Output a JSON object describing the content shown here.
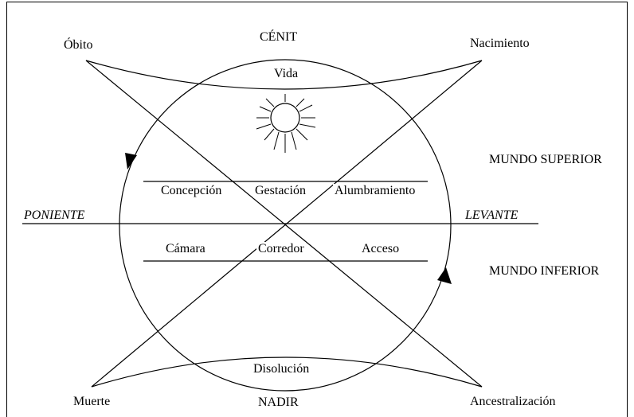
{
  "diagram": {
    "top": {
      "cenit": "CÉNIT",
      "obito": "Óbito",
      "nacimiento": "Nacimiento",
      "vida": "Vida"
    },
    "upper_row": {
      "concepcion": "Concepción",
      "gestacion": "Gestación",
      "alumbramiento": "Alumbramiento"
    },
    "horizon": {
      "poniente": "PONIENTE",
      "levante": "LEVANTE"
    },
    "lower_row": {
      "camara": "Cámara",
      "corredor": "Corredor",
      "acceso": "Acceso"
    },
    "bottom": {
      "disolucion": "Disolución",
      "nadir": "NADIR",
      "muerte": "Muerte",
      "ancestralizacion": "Ancestralización"
    },
    "worlds": {
      "superior": "MUNDO SUPERIOR",
      "inferior": "MUNDO INFERIOR"
    }
  }
}
